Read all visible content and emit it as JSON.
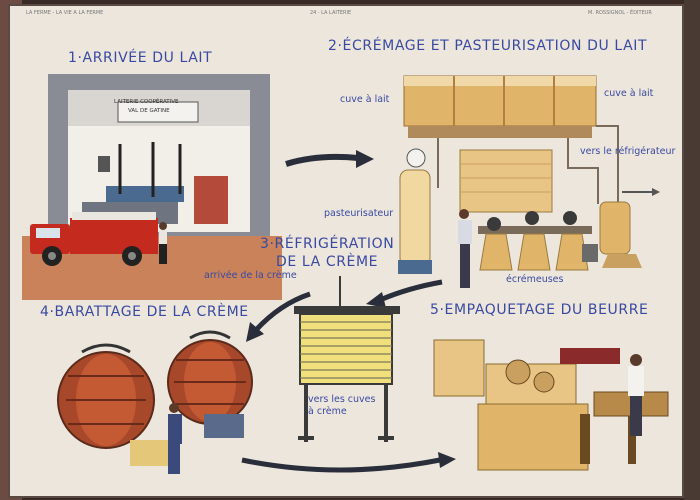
{
  "header": {
    "left": "LA FERME - LA VIE A LA FERME",
    "center": "24 · LA LAITERIE",
    "right": "M. ROSSIGNOL - ÉDITEUR"
  },
  "steps": {
    "s1": "1·ARRIVÉE DU LAIT",
    "s2": "2·ÉCRÉMAGE ET PASTEURISATION DU LAIT",
    "s3a": "3·RÉFRIGÉRATION",
    "s3b": "DE LA CRÈME",
    "s4": "4·BARATTAGE DE LA CRÈME",
    "s5": "5·EMPAQUETAGE DU BEURRE"
  },
  "labels": {
    "cuve_left": "cuve à lait",
    "cuve_right": "cuve à lait",
    "vers_refrig": "vers le réfrigérateur",
    "pasteurisateur": "pasteurisateur",
    "ecremeuses": "écrémeuses",
    "arrivee_creme": "arrivée de la crème",
    "vers_cuves_1": "vers les cuves",
    "vers_cuves_2": "à crème"
  },
  "sign": {
    "line1": "LAITERIE COOPÉRATIVE",
    "line2": "VAL DE GATINE"
  },
  "colors": {
    "ink": "#3a4aa0",
    "paper": "#ece6dd",
    "truck": "#c42a1e",
    "wood": "#e0b56a",
    "churn": "#a8482a"
  }
}
